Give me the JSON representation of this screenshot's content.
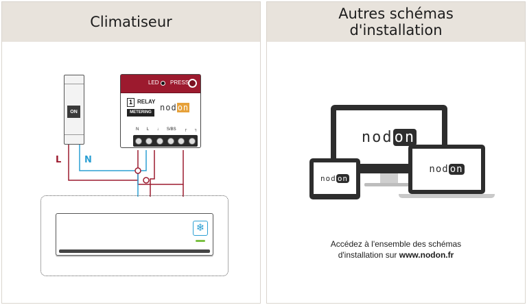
{
  "left_panel": {
    "title": "Climatiseur",
    "wire_labels": {
      "live": "L",
      "neutral": "N"
    },
    "breaker": {
      "switch_label": "ON"
    },
    "module": {
      "led_label": "LED",
      "press_label": "PRESS",
      "relay_number": "1",
      "relay_text": "RELAY",
      "metering_text": "METERING",
      "brand_prefix": "nod",
      "brand_suffix": "on",
      "terminal_labels": [
        "N",
        "L",
        "↓",
        "S/BS",
        "┌",
        "┐"
      ]
    },
    "ac_icon": "snowflake-icon",
    "colors": {
      "live": "#9c1a2e",
      "neutral": "#2b9fd3",
      "module": "#9c1a2e"
    }
  },
  "right_panel": {
    "title_line1": "Autres schémas",
    "title_line2": "d'installation",
    "brand_prefix": "nod",
    "brand_suffix": "on",
    "caption_line1": "Accédez à l'ensemble des schémas",
    "caption_line2_prefix": "d'installation sur ",
    "caption_link": "www.nodon.fr"
  }
}
